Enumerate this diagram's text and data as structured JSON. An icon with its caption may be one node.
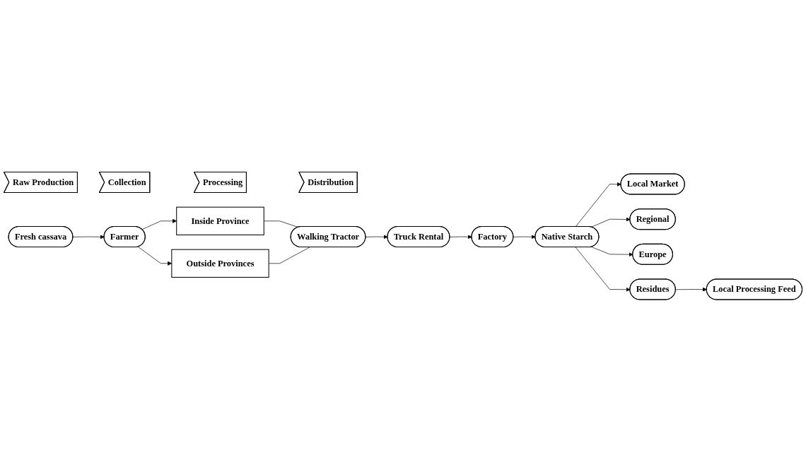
{
  "diagram": {
    "nodes": [
      {
        "text": [
          "Raw Production"
        ]
      },
      {
        "text": [
          "Collection"
        ]
      },
      {
        "text": [
          "Processing"
        ]
      },
      {
        "text": [
          "Distribution"
        ]
      },
      {
        "text": [
          "Fresh cassava"
        ]
      },
      {
        "text": [
          "Farmer"
        ]
      },
      {
        "text": [
          "Inside Province"
        ]
      },
      {
        "text": [
          "Outside Provinces"
        ]
      },
      {
        "text": [
          "Walking Tractor"
        ]
      },
      {
        "text": [
          "Truck Rental"
        ]
      },
      {
        "text": [
          "Factory"
        ]
      },
      {
        "text": [
          "Native Starch"
        ]
      },
      {
        "text": [
          "Local Market"
        ]
      },
      {
        "text": [
          "Regional"
        ]
      },
      {
        "text": [
          "Europe"
        ]
      },
      {
        "text": [
          "Residues"
        ]
      },
      {
        "text": [
          "Local Processing Feed"
        ]
      }
    ],
    "edges": [
      {
        "from": 4,
        "to": 5,
        "arrow": "to"
      },
      {
        "from": 5,
        "to": 6,
        "arrow": "to"
      },
      {
        "from": 5,
        "to": 7,
        "arrow": "to"
      },
      {
        "from": 6,
        "to": 8,
        "arrow": "none"
      },
      {
        "from": 7,
        "to": 8,
        "arrow": "none"
      },
      {
        "from": 8,
        "to": 9,
        "arrow": "to"
      },
      {
        "from": 9,
        "to": 10,
        "arrow": "to"
      },
      {
        "from": 10,
        "to": 11,
        "arrow": "to"
      },
      {
        "from": 11,
        "to": 12,
        "arrow": "to"
      },
      {
        "from": 11,
        "to": 13,
        "arrow": "to"
      },
      {
        "from": 11,
        "to": 14,
        "arrow": "to"
      },
      {
        "from": 11,
        "to": 15,
        "arrow": "to"
      },
      {
        "from": 15,
        "to": 16,
        "arrow": "to"
      }
    ]
  }
}
